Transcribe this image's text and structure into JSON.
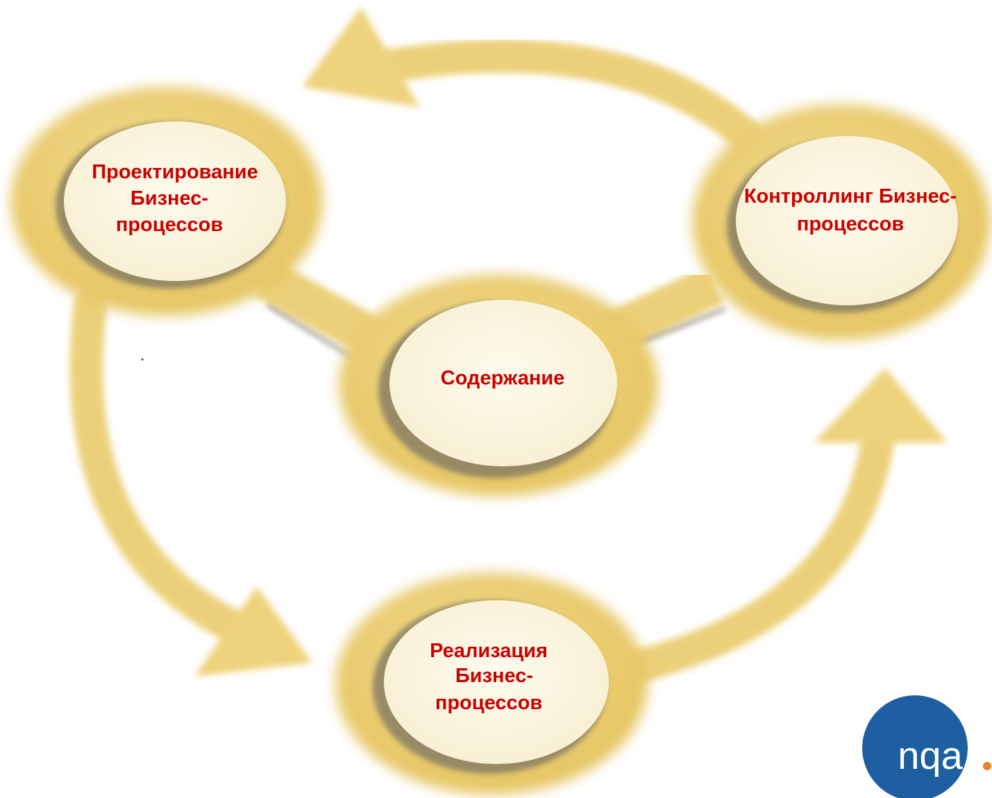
{
  "diagram": {
    "nodes": {
      "center": {
        "label": "Содержание"
      },
      "design": {
        "lines": [
          "Проектирование",
          "Бизнес-",
          "процессов"
        ]
      },
      "control": {
        "lines": [
          "Контроллинг Бизнес-",
          "процессов"
        ]
      },
      "implementation": {
        "lines": [
          "Реализация",
          "Бизнес-",
          "процессов"
        ]
      }
    },
    "cycle_direction": "counterclockwise: design → implementation → control → design"
  },
  "logo": {
    "text": "nqa",
    "dot": "."
  },
  "colors": {
    "ring": "#ecd079",
    "ring_glow": "#f2dd98",
    "arrow": "#efd480",
    "node_fill": "#fcf5df",
    "node_shadow": "#8f8670",
    "label_text": "#cc0000",
    "logo_circle": "#1d5fa0",
    "logo_dot": "#e8822b"
  }
}
